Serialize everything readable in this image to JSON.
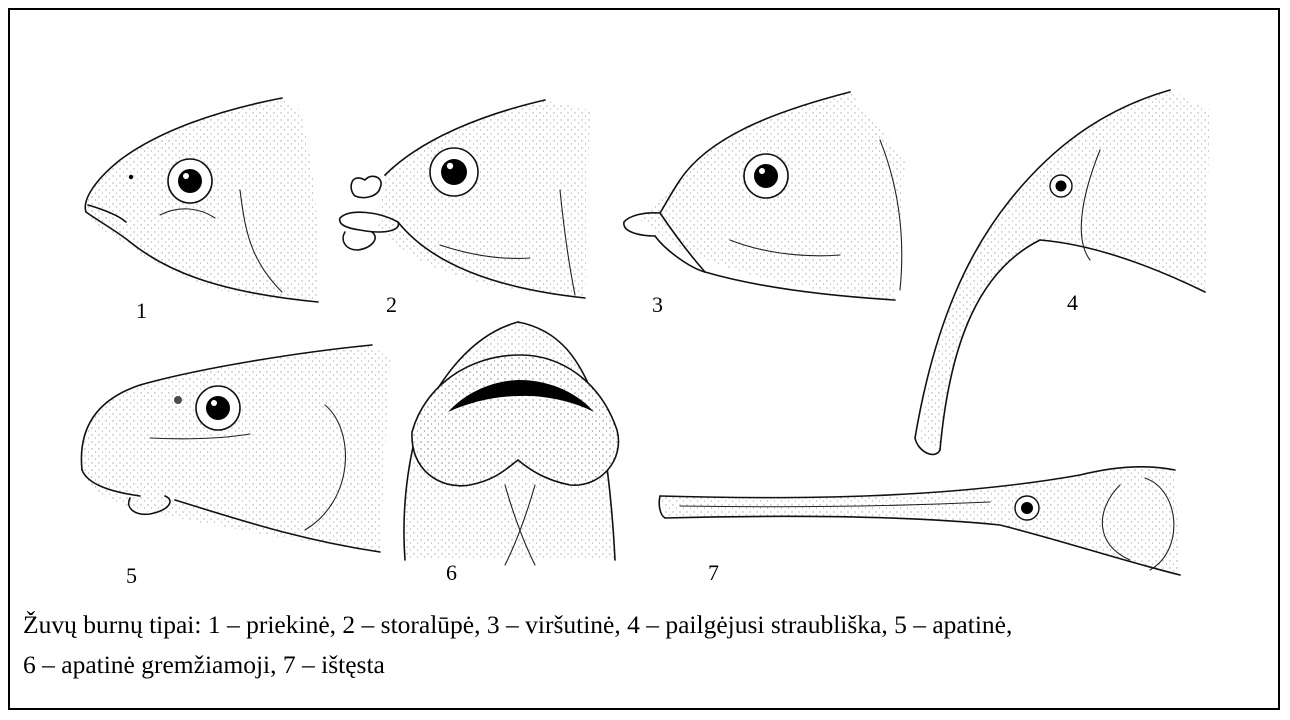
{
  "figure": {
    "labels": [
      "1",
      "2",
      "3",
      "4",
      "5",
      "6",
      "7"
    ]
  },
  "caption": {
    "line1": "Žuvų burnų tipai: 1 – priekinė, 2 – storalūpė, 3 – viršutinė, 4 – pailgėjusi straubliška, 5 – apatinė,",
    "line2": "6 – apatinė gremžiamoji, 7 – ištęsta"
  }
}
